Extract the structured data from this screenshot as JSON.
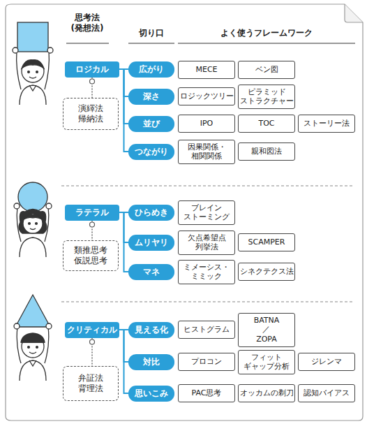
{
  "diagram": {
    "nodes": [
      {
        "text": [
          "ロジカル"
        ]
      },
      {
        "text": [
          "演繹法 帰納法"
        ]
      },
      {
        "text": [
          "広がり"
        ]
      },
      {
        "text": [
          "MECE"
        ]
      },
      {
        "text": [
          "ベン図"
        ]
      },
      {
        "text": [
          "深さ"
        ]
      },
      {
        "text": [
          "ロジックツリー"
        ]
      },
      {
        "text": [
          "ピラミッド ストラクチャー"
        ]
      },
      {
        "text": [
          "並び"
        ]
      },
      {
        "text": [
          "IPO"
        ]
      },
      {
        "text": [
          "TOC"
        ]
      },
      {
        "text": [
          "ストーリー法"
        ]
      },
      {
        "text": [
          "つながり"
        ]
      },
      {
        "text": [
          "因果関係・ 相関関係"
        ]
      },
      {
        "text": [
          "親和図法"
        ]
      },
      {
        "text": [
          "ラテラル"
        ]
      },
      {
        "text": [
          "類推思考 仮説思考"
        ]
      },
      {
        "text": [
          "ひらめき"
        ]
      },
      {
        "text": [
          "ブレイン ストーミング"
        ]
      },
      {
        "text": [
          "ムリヤリ"
        ]
      },
      {
        "text": [
          "欠点希望点 列挙法"
        ]
      },
      {
        "text": [
          "SCAMPER"
        ]
      },
      {
        "text": [
          "マネ"
        ]
      },
      {
        "text": [
          "ミメーシス・ ミミック"
        ]
      },
      {
        "text": [
          "シネクテクス法"
        ]
      },
      {
        "text": [
          "クリティカル"
        ]
      },
      {
        "text": [
          "弁証法 背理法"
        ]
      },
      {
        "text": [
          "見える化"
        ]
      },
      {
        "text": [
          "ヒストグラム"
        ]
      },
      {
        "text": [
          "BATNA／ ZOPA"
        ]
      },
      {
        "text": [
          "対比"
        ]
      },
      {
        "text": [
          "プロコン"
        ]
      },
      {
        "text": [
          "フィット ギャップ分析"
        ]
      },
      {
        "text": [
          "ジレンマ"
        ]
      },
      {
        "text": [
          "思いこみ"
        ]
      },
      {
        "text": [
          "PAC思考"
        ]
      },
      {
        "text": [
          "オッカムの剃刀"
        ]
      },
      {
        "text": [
          "認知バイアス"
        ]
      }
    ],
    "edges": [
      {
        "from": 0,
        "to": 1,
        "arrow": "none"
      },
      {
        "from": 0,
        "to": 2,
        "arrow": "none"
      },
      {
        "from": 0,
        "to": 5,
        "arrow": "none"
      },
      {
        "from": 0,
        "to": 8,
        "arrow": "none"
      },
      {
        "from": 0,
        "to": 12,
        "arrow": "none"
      },
      {
        "from": 15,
        "to": 16,
        "arrow": "none"
      },
      {
        "from": 15,
        "to": 17,
        "arrow": "none"
      },
      {
        "from": 15,
        "to": 19,
        "arrow": "none"
      },
      {
        "from": 15,
        "to": 22,
        "arrow": "none"
      },
      {
        "from": 25,
        "to": 26,
        "arrow": "none"
      },
      {
        "from": 25,
        "to": 27,
        "arrow": "none"
      },
      {
        "from": 25,
        "to": 30,
        "arrow": "none"
      },
      {
        "from": 25,
        "to": 34,
        "arrow": "none"
      }
    ],
    "labels": [
      "思考法 (発想法)",
      "切り口",
      "よく使うフレームワーク"
    ]
  }
}
